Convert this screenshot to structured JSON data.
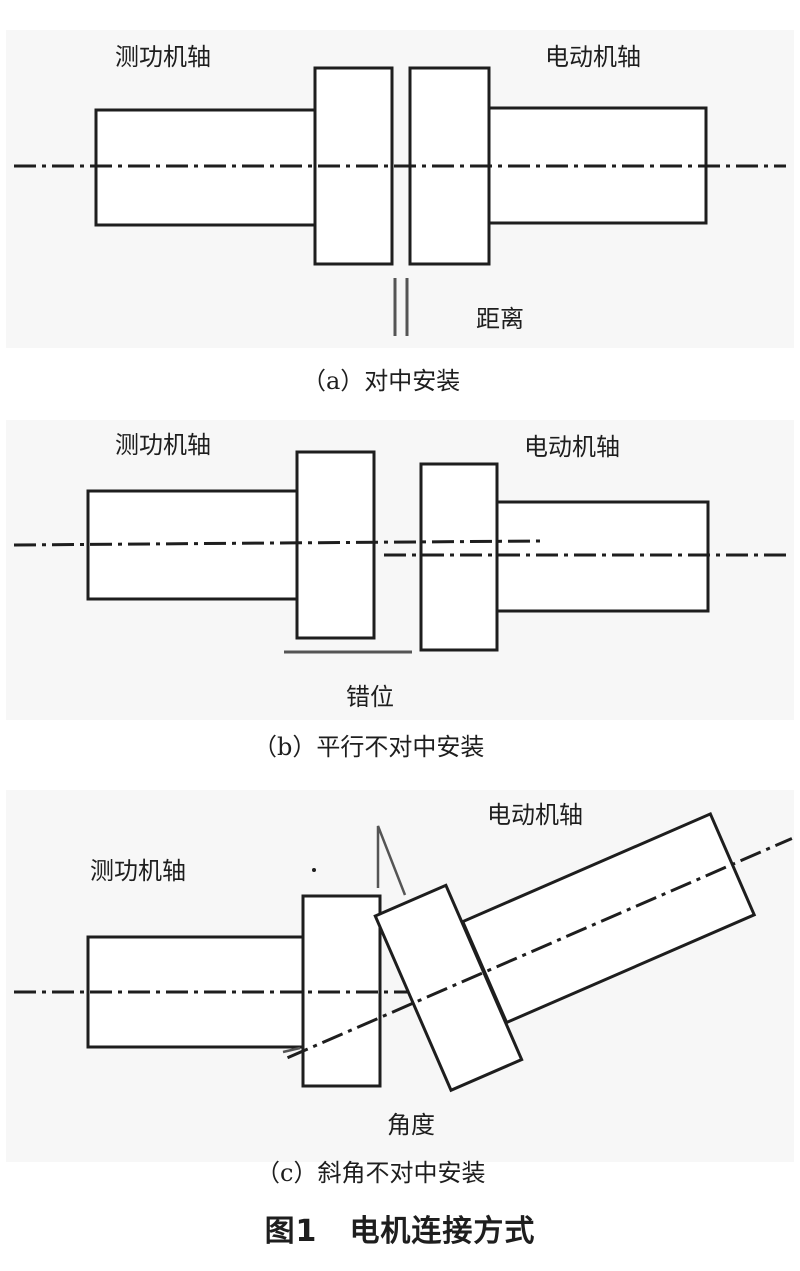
{
  "panels": {
    "a": {
      "left_label": "测功机轴",
      "right_label": "电动机轴",
      "dim_label": "距离",
      "caption": "（a）对中安装"
    },
    "b": {
      "left_label": "测功机轴",
      "right_label": "电动机轴",
      "dim_label": "错位",
      "caption": "（b）平行不对中安装"
    },
    "c": {
      "left_label": "测功机轴",
      "right_label": "电动机轴",
      "dim_label": "角度",
      "caption": "（c）斜角不对中安装"
    }
  },
  "figure": {
    "number": "图1",
    "title": "电机连接方式"
  },
  "colors": {
    "line": "#1e1e1e",
    "panel_background": "#f7f7f7",
    "dimension_line": "#555555"
  }
}
